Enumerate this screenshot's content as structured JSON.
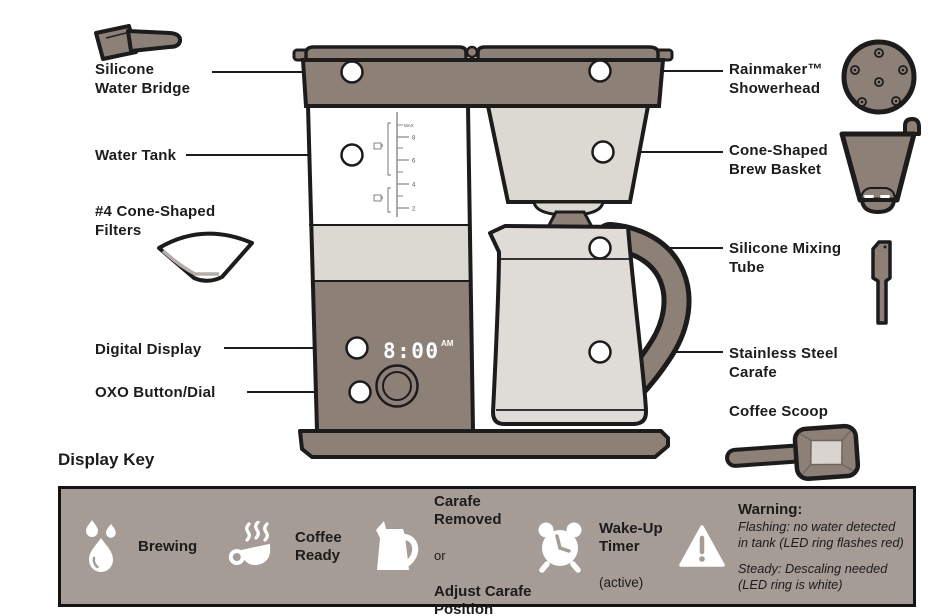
{
  "colors": {
    "taupe": "#8d8077",
    "light_gray": "#dcd8d2",
    "carafe_gray": "#dfdcd7",
    "key_bg": "#a49c95",
    "ink": "#1c1c1c",
    "white": "#ffffff"
  },
  "diagram": {
    "left_labels": [
      {
        "id": "silicone-water-bridge",
        "text": "Silicone\nWater Bridge"
      },
      {
        "id": "water-tank",
        "text": "Water Tank"
      },
      {
        "id": "filters",
        "text": "#4 Cone-Shaped\nFilters"
      },
      {
        "id": "digital-display",
        "text": "Digital Display"
      },
      {
        "id": "oxo-button-dial",
        "text": "OXO Button/Dial"
      }
    ],
    "right_labels": [
      {
        "id": "rainmaker-showerhead",
        "text": "Rainmaker™\nShowerhead"
      },
      {
        "id": "cone-brew-basket",
        "text": "Cone-Shaped\nBrew Basket"
      },
      {
        "id": "silicone-mixing-tube",
        "text": "Silicone Mixing\nTube"
      },
      {
        "id": "stainless-carafe",
        "text": "Stainless Steel\nCarafe"
      },
      {
        "id": "coffee-scoop",
        "text": "Coffee Scoop"
      }
    ],
    "machine": {
      "clock_time": "8:00",
      "clock_meridiem": "AM",
      "tank_scale": {
        "max": "MAX",
        "ticks": [
          "8",
          "6",
          "4",
          "2"
        ]
      }
    }
  },
  "display_key": {
    "heading": "Display Key",
    "brewing": {
      "icon": "water-drops-icon",
      "label": "Brewing"
    },
    "coffee_ready": {
      "icon": "coffee-cup-icon",
      "label": "Coffee\nReady"
    },
    "carafe": {
      "icon": "carafe-icon",
      "bold1": "Carafe\nRemoved",
      "or": "or",
      "bold2": "Adjust Carafe\nPosition"
    },
    "wake_up": {
      "icon": "alarm-clock-icon",
      "bold": "Wake-Up\nTimer",
      "note": "(active)"
    },
    "warning": {
      "icon": "warning-triangle-icon",
      "title": "Warning:",
      "line1": "Flashing: no water detected\nin tank (LED ring flashes red)",
      "line2": "Steady: Descaling needed\n(LED ring is white)"
    }
  }
}
